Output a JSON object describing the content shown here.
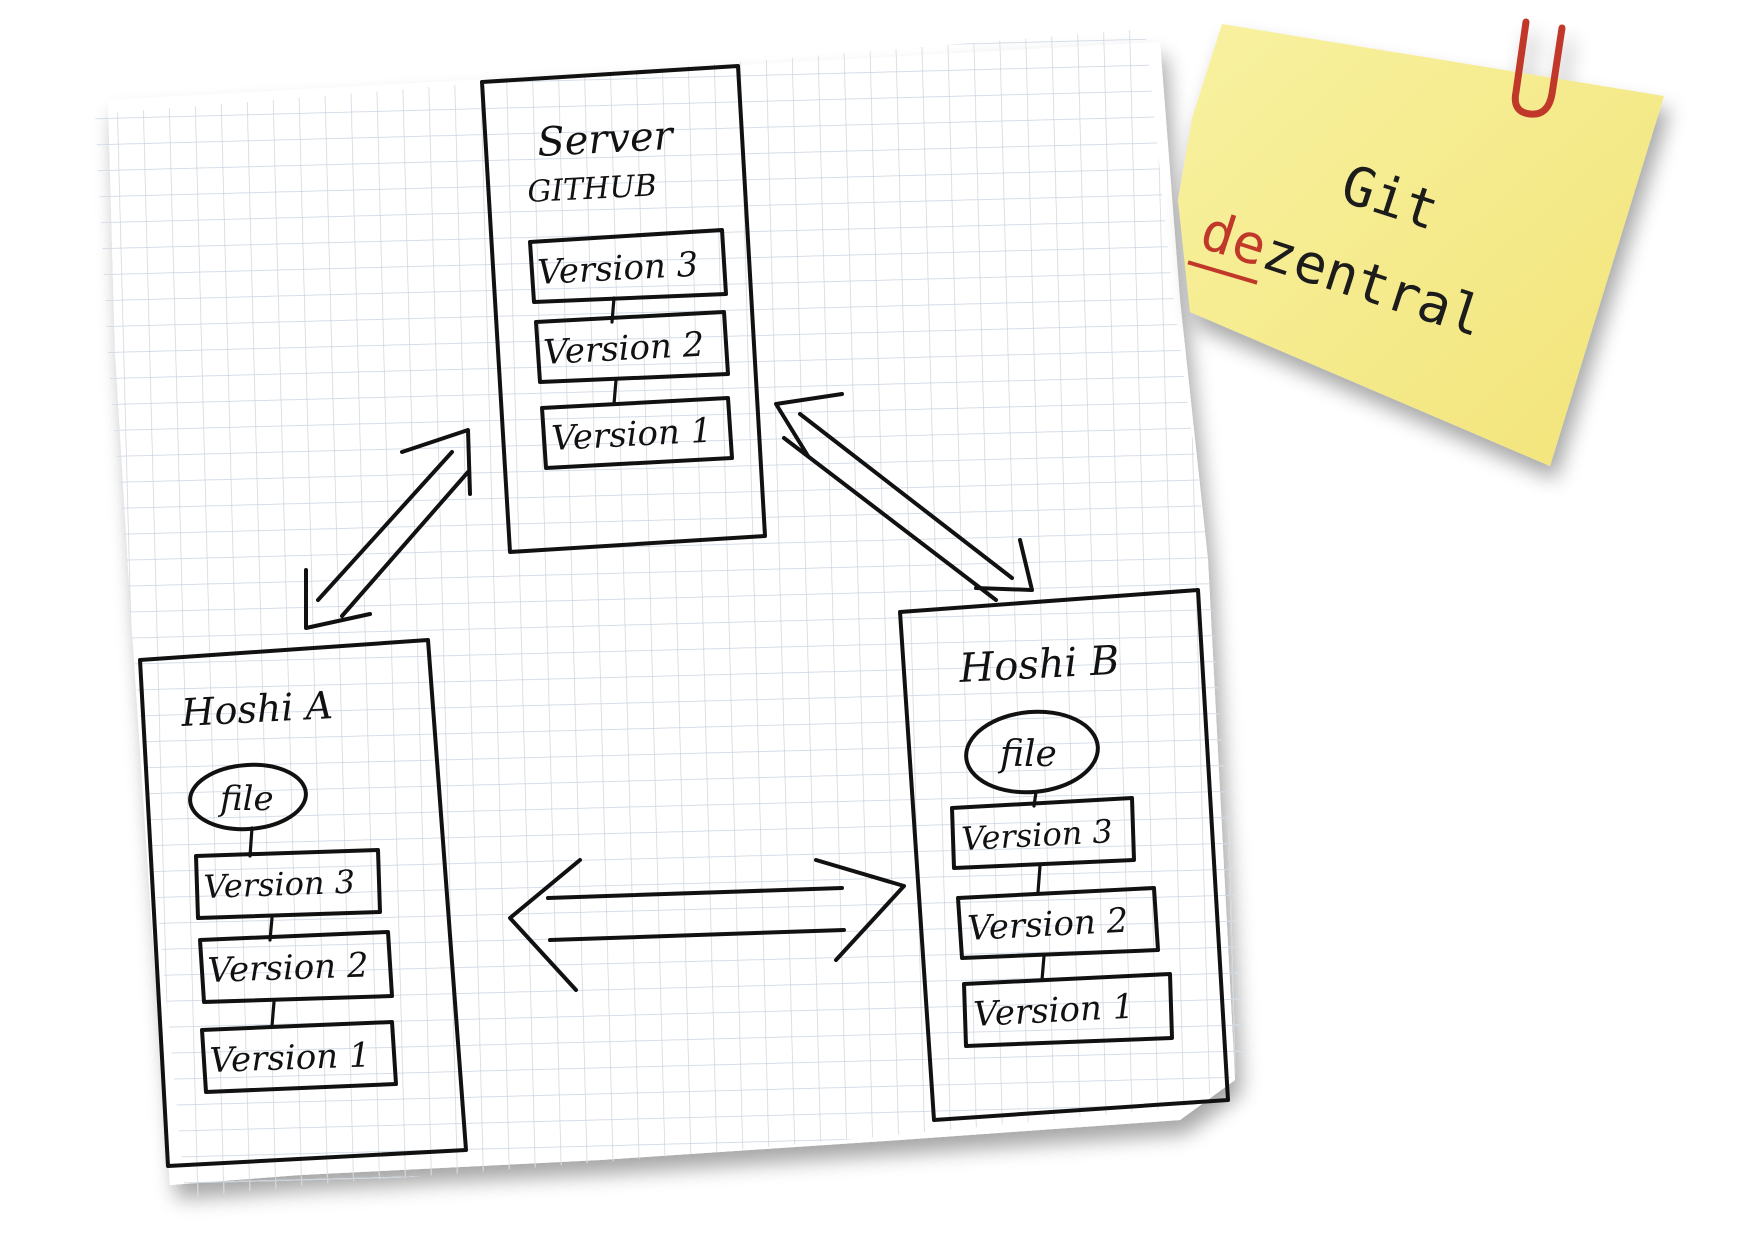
{
  "server": {
    "title": "Server",
    "subtitle": "GITHUB",
    "versions": [
      "Version 3",
      "Version 2",
      "Version 1"
    ]
  },
  "node_a": {
    "title": "Hoshi A",
    "file_label": "file",
    "versions": [
      "Version 3",
      "Version 2",
      "Version 1"
    ]
  },
  "node_b": {
    "title": "Hoshi B",
    "file_label": "file",
    "versions": [
      "Version 3",
      "Version 2",
      "Version 1"
    ]
  },
  "sticky_note": {
    "line1": "Git",
    "prefix": "de",
    "rest": "zentral",
    "color": "#f6ec8c",
    "prefix_color": "#c0392b"
  },
  "colors": {
    "grid": "#c9d3df",
    "ink": "#111111",
    "paperclip": "#c0392b"
  }
}
